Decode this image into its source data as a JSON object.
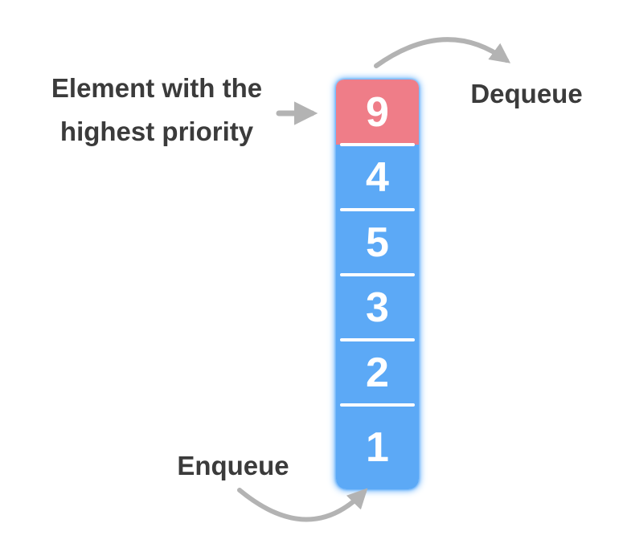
{
  "diagram": {
    "kind": "priority-queue",
    "annotation": {
      "line1": "Element with the",
      "line2": "highest priority"
    },
    "operations": {
      "dequeue": "Dequeue",
      "enqueue": "Enqueue"
    },
    "queue": {
      "cells": [
        {
          "value": "9",
          "highest_priority": true
        },
        {
          "value": "4",
          "highest_priority": false
        },
        {
          "value": "5",
          "highest_priority": false
        },
        {
          "value": "3",
          "highest_priority": false
        },
        {
          "value": "2",
          "highest_priority": false
        },
        {
          "value": "1",
          "highest_priority": false
        }
      ]
    },
    "colors": {
      "highest_cell": "#EF7D88",
      "cell": "#5CA9F6",
      "glow": "#47A0F9",
      "arrow": "#B3B3B3",
      "label_text": "#3B3B3B",
      "cell_text": "#FFFFFF"
    }
  }
}
